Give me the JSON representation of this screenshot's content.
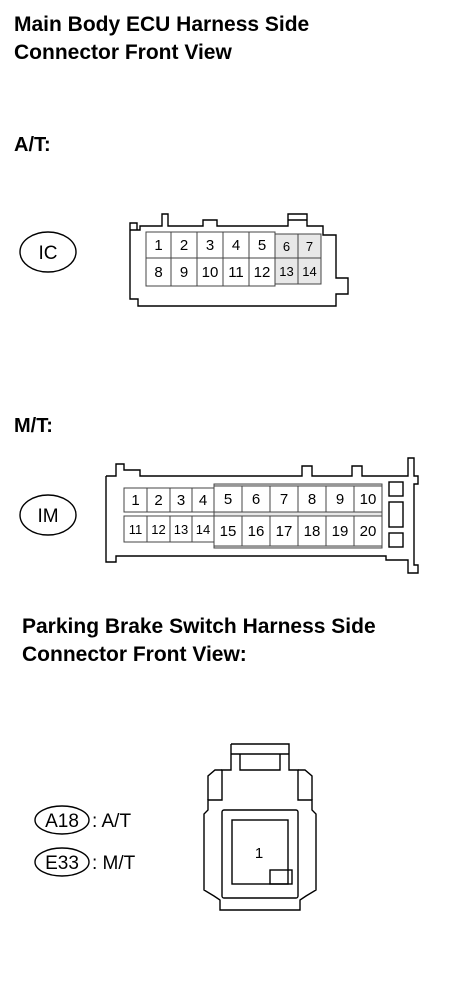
{
  "title_line1": "Main Body ECU Harness Side",
  "title_line2": "Connector Front View",
  "at_label": "A/T:",
  "mt_label": "M/T:",
  "parking_title_line1": "Parking Brake Switch Harness Side",
  "parking_title_line2": "Connector Front View:",
  "connectors": {
    "ic": {
      "badge": "IC",
      "row1": [
        "1",
        "2",
        "3",
        "4",
        "5",
        "6",
        "7"
      ],
      "row2": [
        "8",
        "9",
        "10",
        "11",
        "12",
        "13",
        "14"
      ]
    },
    "im": {
      "badge": "IM",
      "row1": [
        "1",
        "2",
        "3",
        "4",
        "5",
        "6",
        "7",
        "8",
        "9",
        "10"
      ],
      "row2": [
        "11",
        "12",
        "13",
        "14",
        "15",
        "16",
        "17",
        "18",
        "19",
        "20"
      ]
    },
    "parking": {
      "pin": "1",
      "legend": [
        {
          "badge": "A18",
          "text": ": A/T"
        },
        {
          "badge": "E33",
          "text": ": M/T"
        }
      ]
    }
  }
}
